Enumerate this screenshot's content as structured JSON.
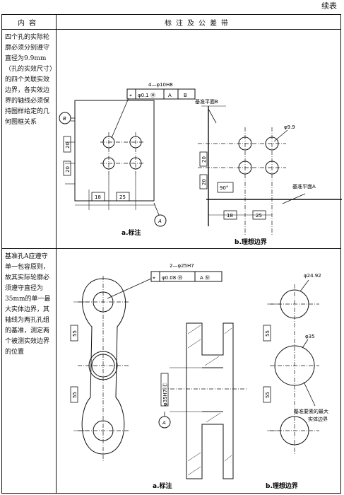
{
  "page": {
    "continuation": "续表"
  },
  "table": {
    "header_left": "内容",
    "header_right": "标注及公差带"
  },
  "row1": {
    "description": "四个孔的实际轮廓必须分别遵守直径为9.9mm（孔的实效尺寸）的四个关联实效边界，各实效边界的轴线必须保持图样给定的几何图框关系",
    "fig_a": {
      "hole_callout": "4—φ10H8",
      "fcf": [
        "⌖",
        "φ0.1 Ⓜ",
        "A",
        "B"
      ],
      "datum_b": "B",
      "datum_a": "A",
      "dim_v1": "20",
      "dim_v2": "20",
      "dim_h1": "18",
      "dim_h2": "25",
      "caption": "a.标注"
    },
    "fig_b": {
      "datum_plane_b": "基准平面B",
      "datum_plane_a": "基准平面A",
      "diameter": "φ9.9",
      "dim_v1": "20",
      "dim_v2": "20",
      "angle": "90°",
      "dim_h1": "18",
      "dim_h2": "25",
      "caption": "b.理想边界"
    }
  },
  "row2": {
    "description": "基准孔A应遵守单一包容原则，故其实际轮廓必须遵守直径为35mm的单一最大实体边界，其轴线为两孔孔组的基准，测定两个被测实效边界的位置",
    "fig_a": {
      "hole_callout": "2—φ25H7",
      "fcf": [
        "⌖",
        "φ0.08 Ⓜ",
        "A Ⓜ"
      ],
      "dim_v1": "55",
      "dim_v2": "55",
      "datum_size": "φ35H7 Ⓔ",
      "datum_a": "A",
      "caption": "a.标注"
    },
    "fig_b": {
      "diameter_top": "φ24.92",
      "diameter_mid": "φ35",
      "dim_v1": "55",
      "dim_v2": "55",
      "note_line1": "基准要素的最大",
      "note_line2": "实体边界",
      "caption": "b.理想边界"
    }
  }
}
